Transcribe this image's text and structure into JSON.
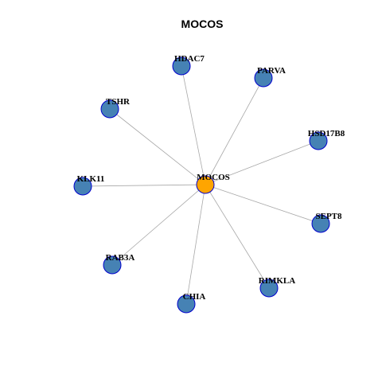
{
  "title": "MOCOS",
  "colors": {
    "center_fill": "#FFA500",
    "leaf_fill": "#4682B4",
    "node_stroke": "#0000CD",
    "edge": "#A8A8A8"
  },
  "center": {
    "id": "MOCOS",
    "label": "MOCOS"
  },
  "nodes": [
    {
      "id": "HDAC7",
      "label": "HDAC7"
    },
    {
      "id": "PARVA",
      "label": "PARVA"
    },
    {
      "id": "TSHR",
      "label": "TSHR"
    },
    {
      "id": "HSD17B8",
      "label": "HSD17B8"
    },
    {
      "id": "KLK11",
      "label": "KLK11"
    },
    {
      "id": "SEPT8",
      "label": "SEPT8"
    },
    {
      "id": "RAB3A",
      "label": "RAB3A"
    },
    {
      "id": "RIMKLA",
      "label": "RIMKLA"
    },
    {
      "id": "CHIA",
      "label": "CHIA"
    }
  ],
  "edges": [
    [
      "MOCOS",
      "HDAC7"
    ],
    [
      "MOCOS",
      "PARVA"
    ],
    [
      "MOCOS",
      "TSHR"
    ],
    [
      "MOCOS",
      "HSD17B8"
    ],
    [
      "MOCOS",
      "KLK11"
    ],
    [
      "MOCOS",
      "SEPT8"
    ],
    [
      "MOCOS",
      "RAB3A"
    ],
    [
      "MOCOS",
      "RIMKLA"
    ],
    [
      "MOCOS",
      "CHIA"
    ]
  ]
}
